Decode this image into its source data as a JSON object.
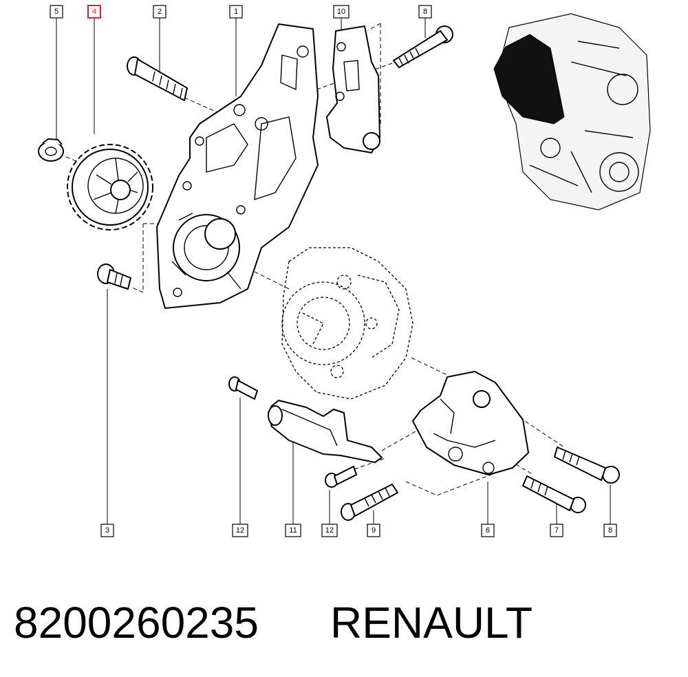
{
  "callouts": [
    {
      "label": "5",
      "highlight": false
    },
    {
      "label": "4",
      "highlight": true
    },
    {
      "label": "2",
      "highlight": false
    },
    {
      "label": "1",
      "highlight": false
    },
    {
      "label": "10",
      "highlight": false
    },
    {
      "label": "8",
      "highlight": false
    },
    {
      "label": "3",
      "highlight": false
    },
    {
      "label": "12",
      "highlight": false
    },
    {
      "label": "11",
      "highlight": false
    },
    {
      "label": "12",
      "highlight": false
    },
    {
      "label": "9",
      "highlight": false
    },
    {
      "label": "6",
      "highlight": false
    },
    {
      "label": "7",
      "highlight": false
    },
    {
      "label": "8",
      "highlight": false
    }
  ],
  "caption": {
    "part_number": "8200260235",
    "brand": "RENAULT"
  },
  "colors": {
    "highlight": "#e0202a",
    "line": "#000000",
    "background": "#ffffff"
  }
}
